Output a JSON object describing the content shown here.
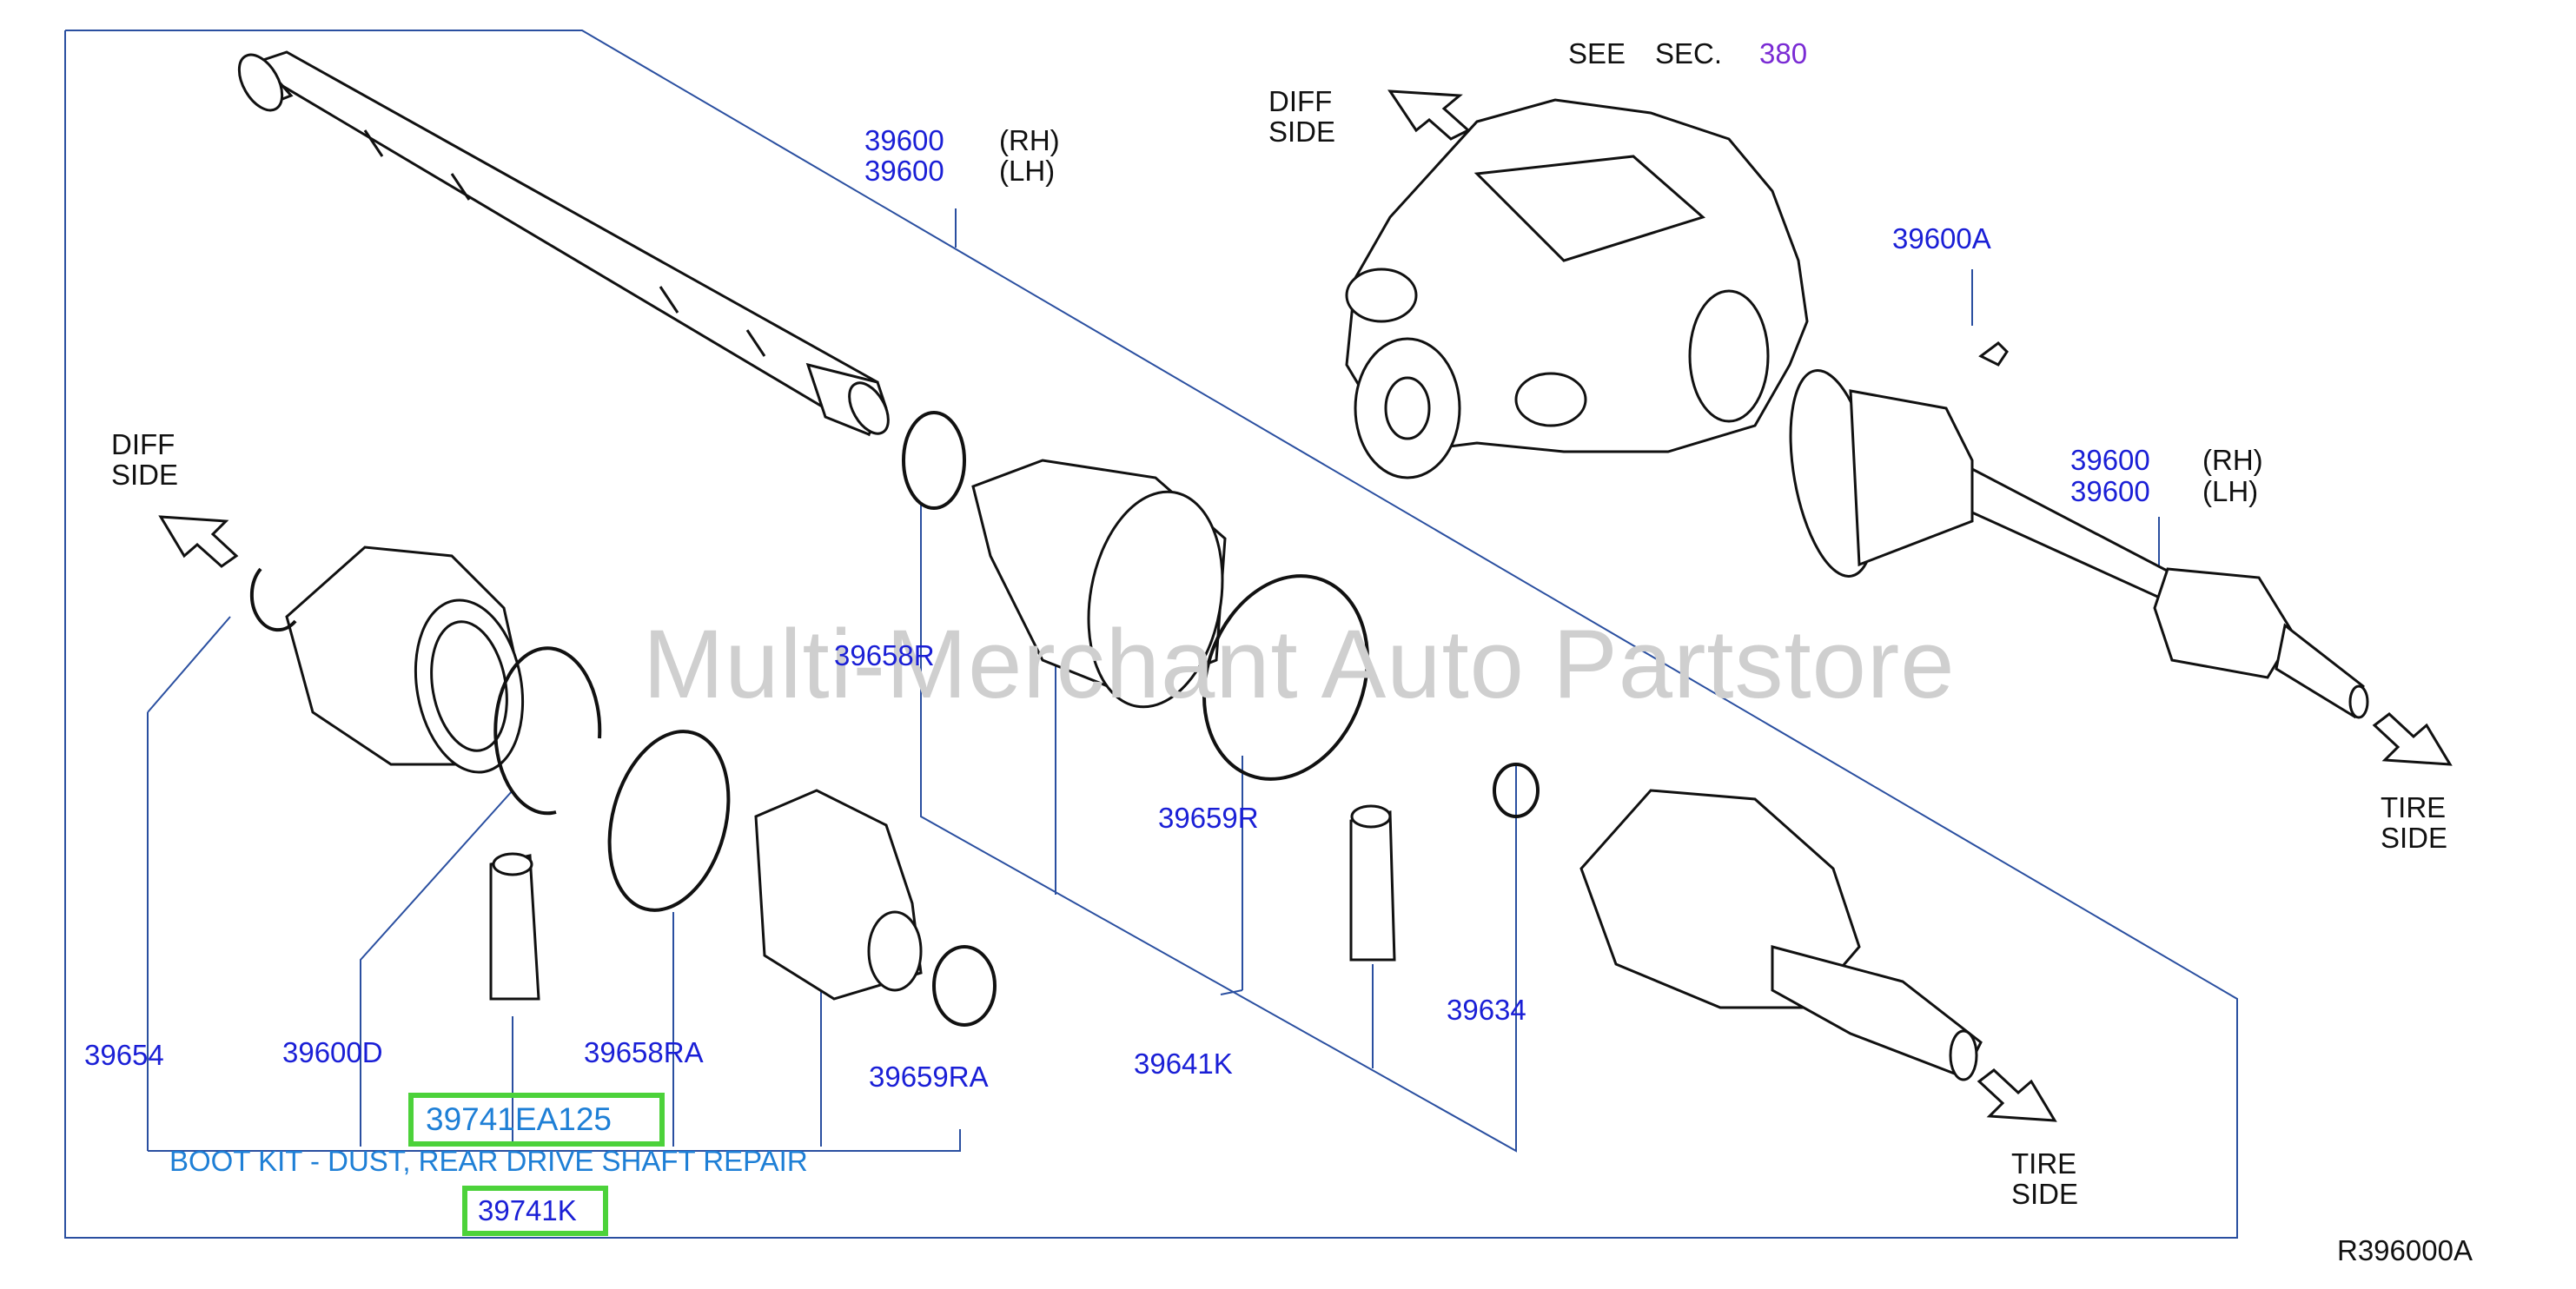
{
  "watermark": "Multi-Merchant Auto Partstore",
  "see_sec": {
    "see": "SEE",
    "sec": "SEC.",
    "num": "380"
  },
  "directions": {
    "diff_side_top": [
      "DIFF",
      "SIDE"
    ],
    "diff_side_left": [
      "DIFF",
      "SIDE"
    ],
    "tire_side_right": [
      "TIRE",
      "SIDE"
    ],
    "tire_side_bottom": [
      "TIRE",
      "SIDE"
    ]
  },
  "parts": {
    "p39600_rh_top": {
      "num": "39600",
      "suffix": "(RH)"
    },
    "p39600_lh_top": {
      "num": "39600",
      "suffix": "(LH)"
    },
    "p39600A": "39600A",
    "p39600_rh_right": {
      "num": "39600",
      "suffix": "(RH)"
    },
    "p39600_lh_right": {
      "num": "39600",
      "suffix": "(LH)"
    },
    "p39658R": "39658R",
    "p39659R": "39659R",
    "p39634": "39634",
    "p39641K": "39641K",
    "p39654": "39654",
    "p39600D": "39600D",
    "p39658RA": "39658RA",
    "p39659RA": "39659RA"
  },
  "highlighted": {
    "kit_part": "39741EA125",
    "kit_desc": "BOOT KIT - DUST, REAR DRIVE SHAFT REPAIR",
    "kit_ref": "39741K"
  },
  "diagram_code": "R396000A",
  "colors": {
    "part_number": "#1a1fd6",
    "leader_line": "#2a4fa0",
    "highlight": "#4cd23a",
    "link_text": "#1e7fd6",
    "watermark": "#cfcfcf"
  }
}
